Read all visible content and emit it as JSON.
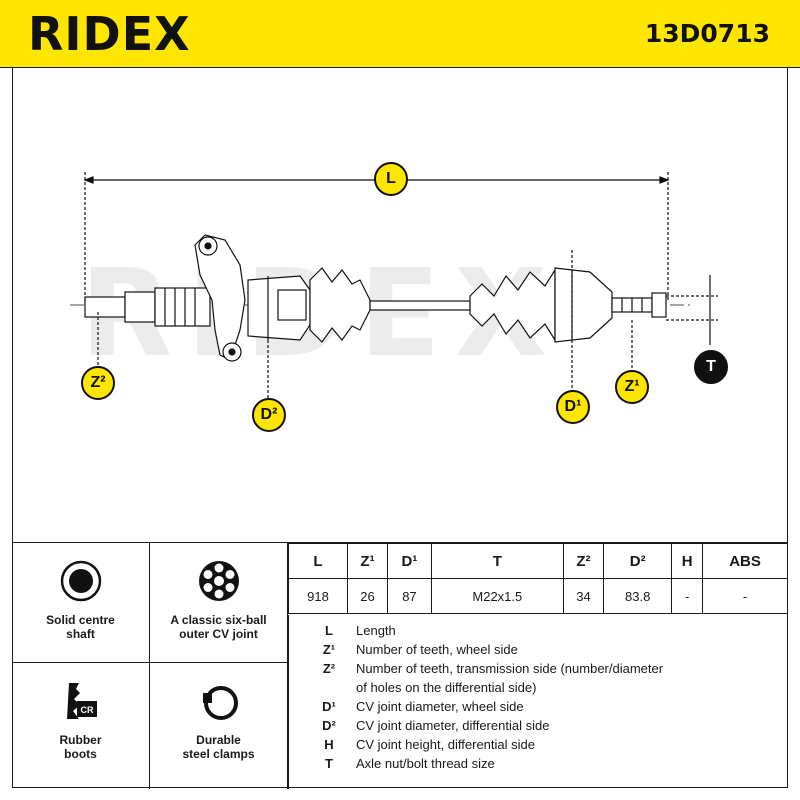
{
  "header": {
    "brand": "RIDEX",
    "part_number": "13D0713"
  },
  "callouts": {
    "L": "L",
    "Z2": "Z²",
    "D2": "D²",
    "D1": "D¹",
    "Z1": "Z¹",
    "T": "T"
  },
  "features": [
    {
      "icon": "solid-shaft-icon",
      "label_line1": "Solid centre",
      "label_line2": "shaft"
    },
    {
      "icon": "six-ball-joint-icon",
      "label_line1": "A classic six-ball",
      "label_line2": "outer CV joint"
    },
    {
      "icon": "rubber-boot-icon",
      "label_line1": "Rubber",
      "label_line2": "boots",
      "icon_text": "CR"
    },
    {
      "icon": "steel-clamp-icon",
      "label_line1": "Durable",
      "label_line2": "steel clamps"
    }
  ],
  "spec_table": {
    "headers": [
      "L",
      "Z¹",
      "D¹",
      "T",
      "Z²",
      "D²",
      "H",
      "ABS"
    ],
    "values": [
      "918",
      "26",
      "87",
      "M22x1.5",
      "34",
      "83.8",
      "-",
      "-"
    ]
  },
  "legend": [
    {
      "key": "L",
      "text": "Length"
    },
    {
      "key": "Z¹",
      "text": "Number of teeth, wheel side"
    },
    {
      "key": "Z²",
      "text": "Number of teeth, transmission side (number/diameter"
    },
    {
      "key": "",
      "text": "of holes on the differential side)"
    },
    {
      "key": "D¹",
      "text": "CV joint diameter, wheel side"
    },
    {
      "key": "D²",
      "text": "CV joint diameter, differential side"
    },
    {
      "key": "H",
      "text": "CV joint height, differential side"
    },
    {
      "key": "T",
      "text": "Axle nut/bolt thread size"
    }
  ],
  "colors": {
    "brand_yellow": "#ffe600",
    "ink": "#111111",
    "watermark": "#ececec"
  }
}
